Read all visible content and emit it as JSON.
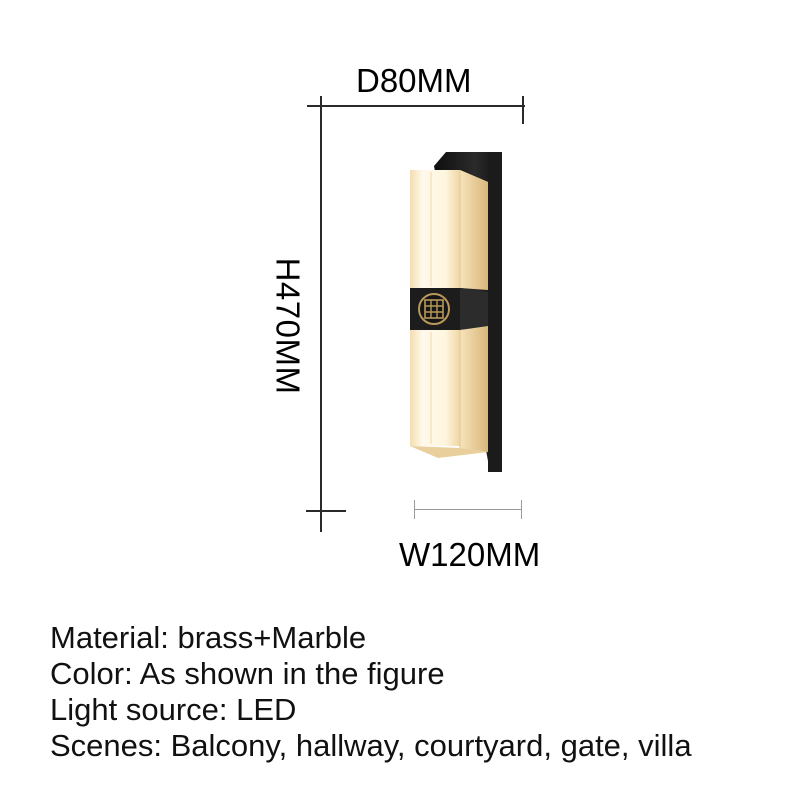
{
  "dimensions": {
    "depth": "D80MM",
    "height": "H470MM",
    "width": "W120MM"
  },
  "product_icon": "wall-lamp-icon",
  "emblem_icon": "chinese-knot-emblem-icon",
  "specs": [
    "Material: brass+Marble",
    "Color: As shown in the figure",
    "Light source: LED",
    "Scenes: Balcony, hallway, courtyard, gate, villa"
  ],
  "colors": {
    "frame": "#1b1b1b",
    "marble_light": "#fff6df",
    "marble_shadow": "#e6c98f",
    "brass": "#b8995a"
  }
}
